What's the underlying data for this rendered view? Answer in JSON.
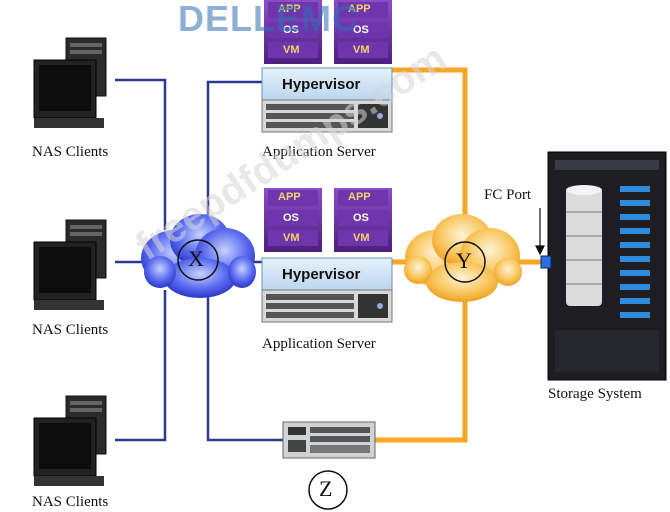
{
  "logo": {
    "text": "DELLEMC",
    "color": "#2f6fb5"
  },
  "watermark": "freepdfdumps.com",
  "labels": {
    "nas_clients": "NAS Clients",
    "application_server": "Application Server",
    "storage_system": "Storage System",
    "fc_port": "FC Port",
    "cloud_x": "X",
    "cloud_y": "Y",
    "node_z": "Z"
  },
  "vm": {
    "app": "APP",
    "os": "OS",
    "vm": "VM"
  },
  "hypervisor": "Hypervisor",
  "colors": {
    "ip_link": "#2b3a8f",
    "fc_link": "#f5a623",
    "cloud_x": "#3a4fe0",
    "cloud_y": "#f7b233",
    "vm_purple": "#6a2fa0",
    "hypervisor": "#cfe3f5"
  }
}
